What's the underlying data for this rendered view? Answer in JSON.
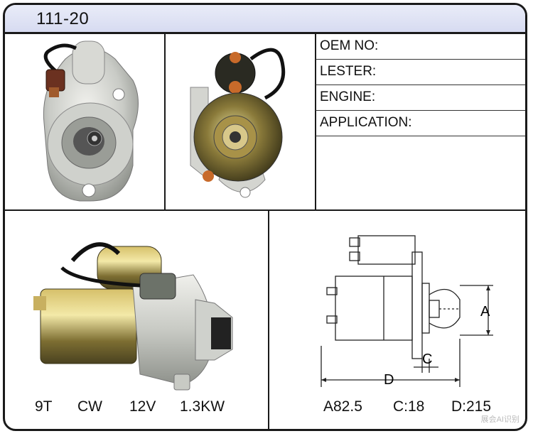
{
  "header": {
    "title": "111-20"
  },
  "specs": [
    {
      "label": "OEM NO:",
      "value": ""
    },
    {
      "label": "LESTER:",
      "value": ""
    },
    {
      "label": "ENGINE:",
      "value": ""
    },
    {
      "label": "APPLICATION:",
      "value": ""
    }
  ],
  "ratings": {
    "teeth": "9T",
    "rotation": "CW",
    "voltage": "12V",
    "power": "1.3KW"
  },
  "dimensions": {
    "a_label": "A",
    "c_label": "C",
    "d_label": "D",
    "a_value": "A82.5",
    "c_value": "C:18",
    "d_value": "D:215"
  },
  "watermark": "展会AI识别"
}
